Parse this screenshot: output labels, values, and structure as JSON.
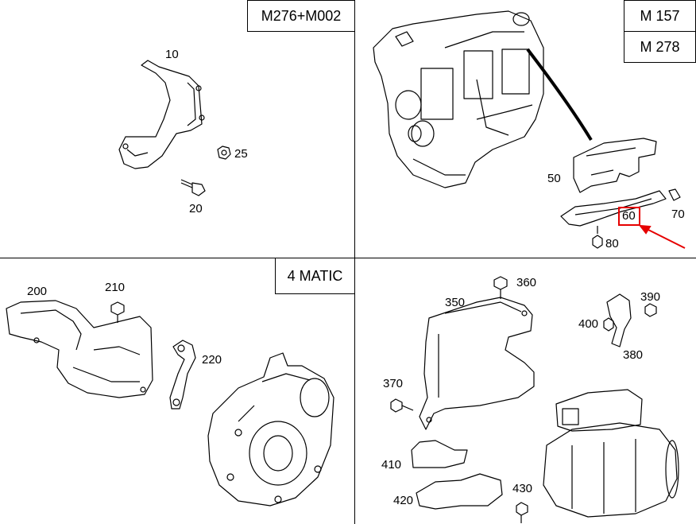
{
  "panels": {
    "top_left": {
      "title": "M276+M002",
      "callouts": [
        "10",
        "25",
        "20"
      ]
    },
    "top_right": {
      "titles": [
        "M 157",
        "M 278"
      ],
      "callouts": [
        "50",
        "60",
        "70",
        "80"
      ],
      "highlighted": "60"
    },
    "bottom_left": {
      "title": "4 MATIC",
      "callouts": [
        "200",
        "210",
        "220"
      ]
    },
    "bottom_right": {
      "callouts": [
        "350",
        "360",
        "370",
        "390",
        "400",
        "380",
        "410",
        "420",
        "430"
      ]
    }
  },
  "colors": {
    "line": "#000000",
    "highlight": "#e60000",
    "background": "#ffffff"
  }
}
